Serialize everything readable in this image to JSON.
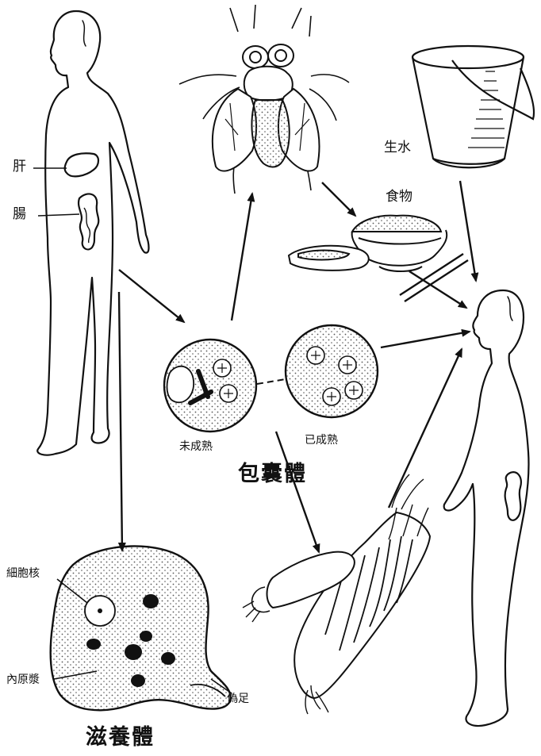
{
  "labels": {
    "liver": "肝",
    "intestine": "腸",
    "raw_water": "生水",
    "food": "食物",
    "immature": "未成熟",
    "mature": "已成熟",
    "cyst_form": "包囊體",
    "nucleus": "細胞核",
    "endoplasm": "內原漿",
    "pseudopod": "偽足",
    "trophozoite": "滋養體"
  },
  "colors": {
    "ink": "#111111",
    "paper": "#ffffff",
    "stipple": "#555555"
  },
  "icons": [
    "infected-human-figure",
    "fly-icon",
    "water-bucket-icon",
    "food-bowl-icon",
    "vegetable-icon",
    "healthy-human-figure"
  ]
}
